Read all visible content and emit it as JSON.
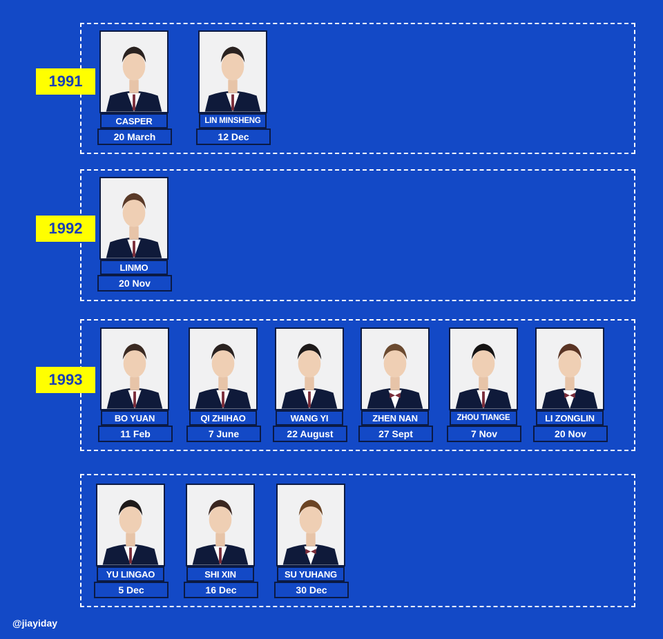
{
  "groups": [
    {
      "year": "1991",
      "members": [
        {
          "name": "CASPER",
          "birthday": "20 March"
        },
        {
          "name": "LIN MINSHENG",
          "birthday": "12 Dec"
        }
      ]
    },
    {
      "year": "1992",
      "members": [
        {
          "name": "LINMO",
          "birthday": "20 Nov"
        }
      ]
    },
    {
      "year": "1993",
      "members": [
        {
          "name": "BO YUAN",
          "birthday": "11 Feb"
        },
        {
          "name": "QI ZHIHAO",
          "birthday": "7 June"
        },
        {
          "name": "WANG YI",
          "birthday": "22 August"
        },
        {
          "name": "ZHEN NAN",
          "birthday": "27 Sept"
        },
        {
          "name": "ZHOU TIANGE",
          "birthday": "7 Nov"
        },
        {
          "name": "LI ZONGLIN",
          "birthday": "20 Nov"
        }
      ]
    },
    {
      "year": "",
      "members": [
        {
          "name": "YU LINGAO",
          "birthday": "5 Dec"
        },
        {
          "name": "SHI XIN",
          "birthday": "16 Dec"
        },
        {
          "name": "SU YUHANG",
          "birthday": "30 Dec"
        }
      ]
    }
  ],
  "credit": "@jiayiday",
  "colors": {
    "background": "#1349c6",
    "year_label_bg": "#ffff00",
    "year_label_text": "#1a3fb5",
    "border_dark": "#0b1a44"
  }
}
